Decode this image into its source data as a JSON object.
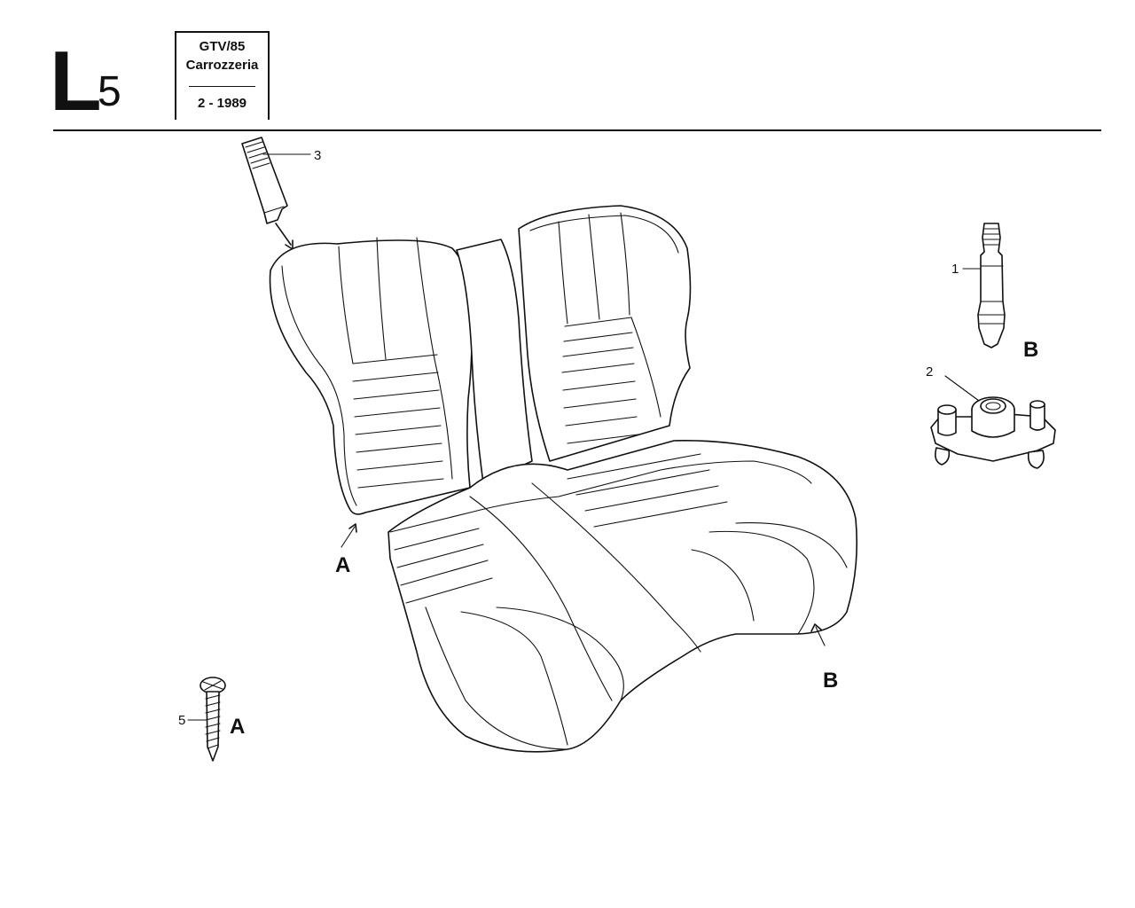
{
  "header": {
    "section_letter": "L",
    "section_number": "5",
    "model": "GTV/85",
    "group": "Carrozzeria",
    "date": "2 - 1989"
  },
  "callouts": {
    "part_1": "1",
    "part_2": "2",
    "part_3": "3",
    "part_5": "5"
  },
  "view_labels": {
    "seat_back_a": "A",
    "seat_cushion_b": "B",
    "pin_b": "B",
    "screw_a": "A"
  }
}
